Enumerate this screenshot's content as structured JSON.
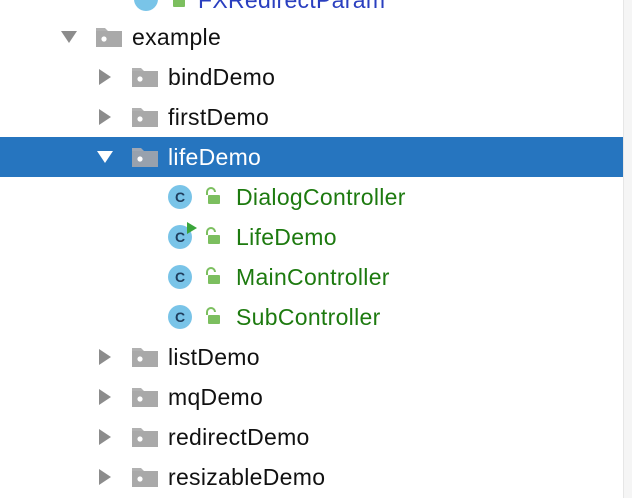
{
  "tree": {
    "top_partial": {
      "label": "FXRedirectParam"
    },
    "example": {
      "label": "example"
    },
    "packages_before": [
      {
        "label": "bindDemo"
      },
      {
        "label": "firstDemo"
      }
    ],
    "selected_package": {
      "label": "lifeDemo"
    },
    "classes": [
      {
        "label": "DialogController",
        "icon": "class-icon",
        "runnable": false
      },
      {
        "label": "LifeDemo",
        "icon": "class-icon",
        "runnable": true
      },
      {
        "label": "MainController",
        "icon": "class-icon",
        "runnable": false
      },
      {
        "label": "SubController",
        "icon": "class-icon",
        "runnable": false
      }
    ],
    "packages_after": [
      {
        "label": "listDemo"
      },
      {
        "label": "mqDemo"
      },
      {
        "label": "redirectDemo"
      },
      {
        "label": "resizableDemo"
      }
    ]
  },
  "colors": {
    "selection": "#2675bf",
    "class_text": "#1d7a0f",
    "class_icon_bg": "#79c4e8",
    "lock": "#7cbf5f",
    "run_marker": "#3aa53a"
  }
}
